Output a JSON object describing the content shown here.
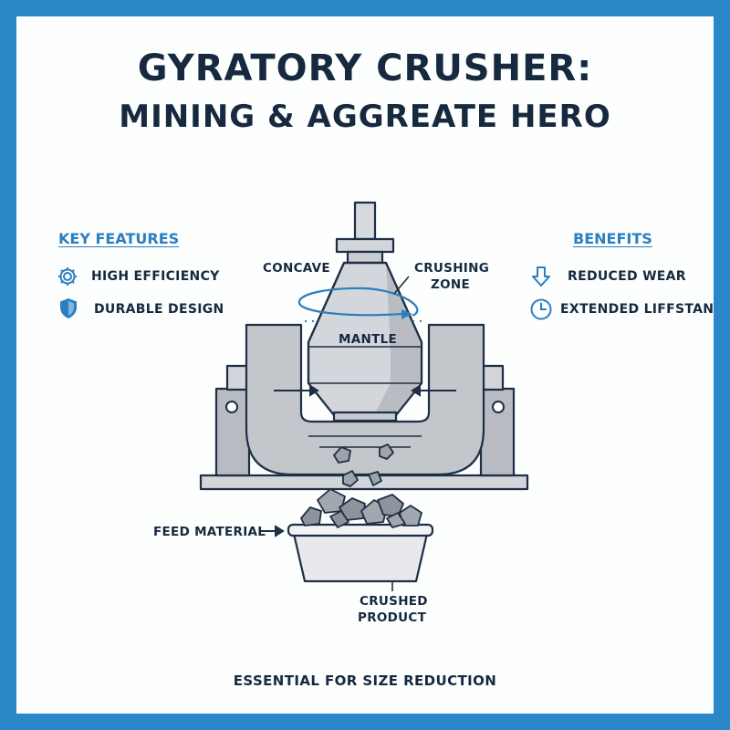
{
  "title": {
    "line1": "GYRATORY CRUSHER:",
    "line2": "MINING & AGGREATE HERO"
  },
  "key_features": {
    "heading": "KEY FEATURES",
    "items": [
      {
        "label": "HIGH EFFICIENCY",
        "icon": "gear-icon"
      },
      {
        "label": "DURABLE DESIGN",
        "icon": "shield-icon"
      }
    ]
  },
  "benefits": {
    "heading": "BENEFITS",
    "items": [
      {
        "label": "REDUCED WEAR",
        "icon": "arrow-down-icon"
      },
      {
        "label": "EXTENDED LIFFSTAN",
        "icon": "clock-icon"
      }
    ]
  },
  "diagram_labels": {
    "concave": "CONCAVE",
    "crushing_zone_line1": "CRUSHING",
    "crushing_zone_line2": "ZONE",
    "mantle": "MANTLE",
    "feed_material": "FEED MATERIAL",
    "crushed_product_line1": "CRUSHED",
    "crushed_product_line2": "PRODUCT"
  },
  "footer": "ESSENTIAL FOR SIZE REDUCTION",
  "colors": {
    "background_border": "#2a88c8",
    "accent_blue": "#2a7fc1",
    "dark_navy": "#16293f",
    "machine_gray": "#c7cacf"
  }
}
